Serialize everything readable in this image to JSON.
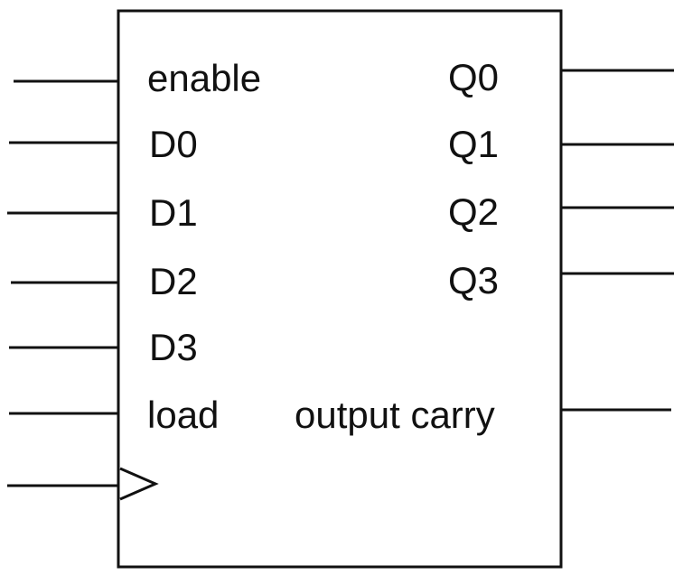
{
  "block": {
    "inputs": [
      {
        "label": "enable"
      },
      {
        "label": "D0"
      },
      {
        "label": "D1"
      },
      {
        "label": "D2"
      },
      {
        "label": "D3"
      },
      {
        "label": "load"
      }
    ],
    "clock": {
      "symbol": "clock-triangle"
    },
    "outputs": [
      {
        "label": "Q0"
      },
      {
        "label": "Q1"
      },
      {
        "label": "Q2"
      },
      {
        "label": "Q3"
      },
      {
        "label": "output carry"
      }
    ]
  }
}
